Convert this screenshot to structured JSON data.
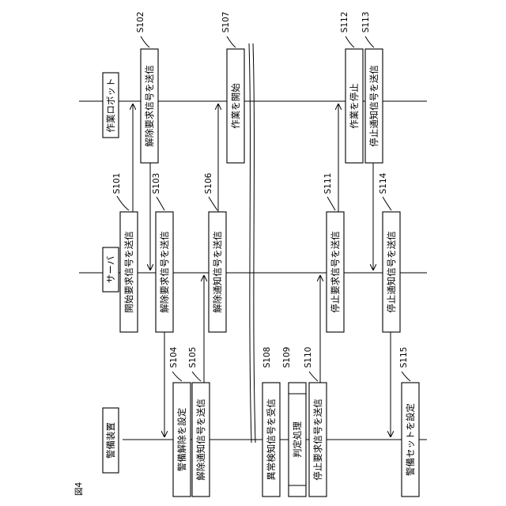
{
  "figure_label": "図4",
  "lanes": {
    "robot": "作業ロボット",
    "server": "サーバ",
    "alarm": "警備装置"
  },
  "steps": {
    "s101": {
      "id": "S101",
      "text": "開始要求信号を送信"
    },
    "s102": {
      "id": "S102",
      "text": "解除要求信号を送信"
    },
    "s103": {
      "id": "S103",
      "text": "解除要求信号を送信"
    },
    "s104": {
      "id": "S104",
      "text": "警備解除を設定"
    },
    "s105": {
      "id": "S105",
      "text": "解除通知信号を送信"
    },
    "s106": {
      "id": "S106",
      "text": "解除通知信号を送信"
    },
    "s107": {
      "id": "S107",
      "text": "作業を開始"
    },
    "s108": {
      "id": "S108",
      "text": "異常検知信号を受信"
    },
    "s109": {
      "id": "S109",
      "text": "判定処理"
    },
    "s110": {
      "id": "S110",
      "text": "停止要求信号を送信"
    },
    "s111": {
      "id": "S111",
      "text": "停止要求信号を送信"
    },
    "s112": {
      "id": "S112",
      "text": "作業を停止"
    },
    "s113": {
      "id": "S113",
      "text": "停止通知信号を送信"
    },
    "s114": {
      "id": "S114",
      "text": "停止通知信号を送信"
    },
    "s115": {
      "id": "S115",
      "text": "警備セットを設定"
    }
  }
}
